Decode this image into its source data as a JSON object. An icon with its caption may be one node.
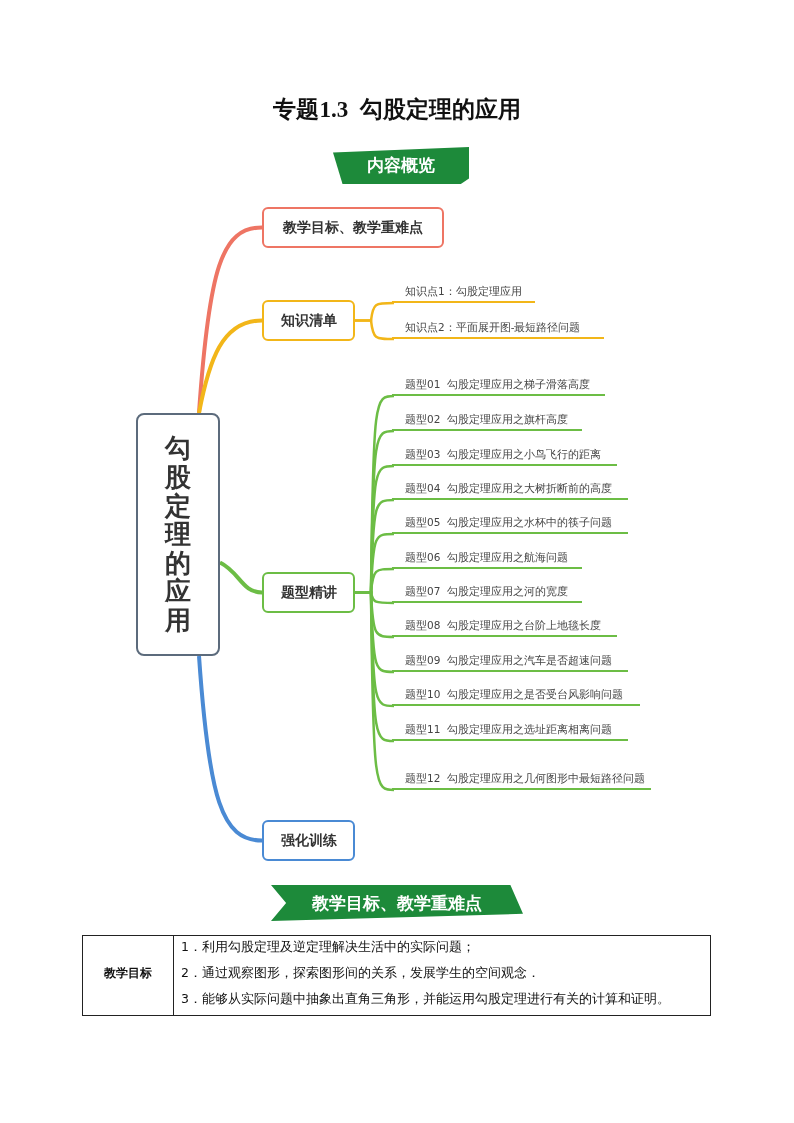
{
  "diagram": {
    "title": "专题1.3  勾股定理的应用",
    "nodes": [
      {
        "text": [
          "内容概览"
        ]
      },
      {
        "text": [
          "勾股定理的应用"
        ]
      },
      {
        "text": [
          "教学目标、教学重难点"
        ]
      },
      {
        "text": [
          "知识清单"
        ]
      },
      {
        "text": [
          "知识点1：勾股定理应用"
        ]
      },
      {
        "text": [
          "知识点2：平面展开图-最短路径问题"
        ]
      },
      {
        "text": [
          "题型精讲"
        ]
      },
      {
        "text": [
          "题型01  勾股定理应用之梯子滑落高度"
        ]
      },
      {
        "text": [
          "题型02  勾股定理应用之旗杆高度"
        ]
      },
      {
        "text": [
          "题型03  勾股定理应用之小鸟飞行的距离"
        ]
      },
      {
        "text": [
          "题型04  勾股定理应用之大树折断前的高度"
        ]
      },
      {
        "text": [
          "题型05  勾股定理应用之水杯中的筷子问题"
        ]
      },
      {
        "text": [
          "题型06  勾股定理应用之航海问题"
        ]
      },
      {
        "text": [
          "题型07  勾股定理应用之河的宽度"
        ]
      },
      {
        "text": [
          "题型08  勾股定理应用之台阶上地毯长度"
        ]
      },
      {
        "text": [
          "题型09  勾股定理应用之汽车是否超速问题"
        ]
      },
      {
        "text": [
          "题型10  勾股定理应用之是否受台风影响问题"
        ]
      },
      {
        "text": [
          "题型11  勾股定理应用之选址距离相离问题"
        ]
      },
      {
        "text": [
          "题型12  勾股定理应用之几何图形中最短路径问题"
        ]
      },
      {
        "text": [
          "强化训练"
        ]
      },
      {
        "text": [
          "教学目标、教学重难点"
        ]
      }
    ],
    "edges": [
      {
        "from": 1,
        "to": 2,
        "arrow": "none",
        "color": "#ee7564"
      },
      {
        "from": 1,
        "to": 3,
        "arrow": "none",
        "color": "#f2b619"
      },
      {
        "from": 3,
        "to": 4,
        "arrow": "none",
        "color": "#f2b619"
      },
      {
        "from": 3,
        "to": 5,
        "arrow": "none",
        "color": "#f2b619"
      },
      {
        "from": 1,
        "to": 6,
        "arrow": "none"
      },
      {
        "from": 6,
        "to": 7,
        "arrow": "none"
      },
      {
        "from": 6,
        "to": 8,
        "arrow": "none"
      },
      {
        "from": 6,
        "to": 9,
        "arrow": "none"
      },
      {
        "from": 6,
        "to": 10,
        "arrow": "none"
      },
      {
        "from": 6,
        "to": 11,
        "arrow": "none"
      },
      {
        "from": 6,
        "to": 12,
        "arrow": "none"
      },
      {
        "from": 6,
        "to": 13,
        "arrow": "none"
      },
      {
        "from": 6,
        "to": 14,
        "arrow": "none"
      },
      {
        "from": 6,
        "to": 15,
        "arrow": "none"
      },
      {
        "from": 6,
        "to": 16,
        "arrow": "none"
      },
      {
        "from": 6,
        "to": 17,
        "arrow": "none"
      },
      {
        "from": 6,
        "to": 18,
        "arrow": "none"
      },
      {
        "from": 1,
        "to": 19,
        "arrow": "none",
        "color": "#4a8ad4"
      }
    ],
    "labels": [
      "教学目标",
      "1．利用勾股定理及逆定理解决生活中的实际问题；",
      "2．通过观察图形，探索图形间的关系，发展学生的空间观念．",
      "3．能够从实际问题中抽象出直角三角形，并能运用勾股定理进行有关的计算和证明。"
    ]
  }
}
